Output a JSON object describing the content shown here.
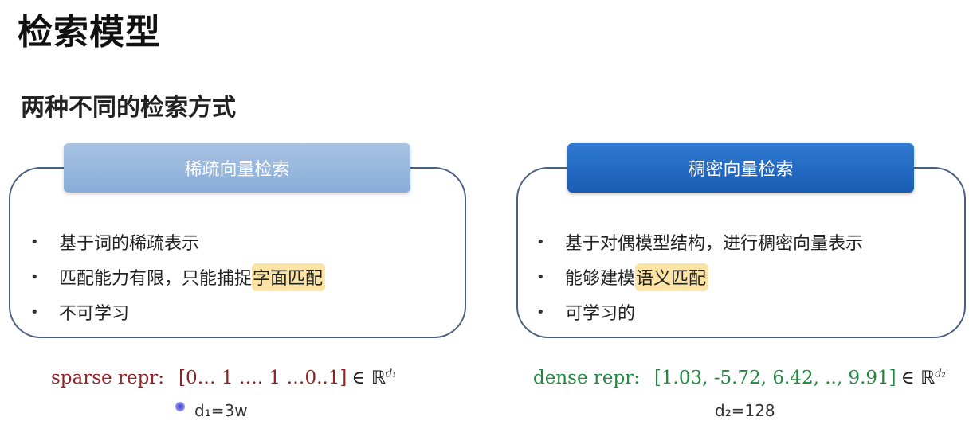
{
  "title": "检索模型",
  "subtitle": "两种不同的检索方式",
  "left_panel": {
    "header": "稀疏向量检索",
    "bullet_marker": "•",
    "bullets": [
      {
        "text": "基于词的稀疏表示",
        "highlight": ""
      },
      {
        "text": "匹配能力有限，只能捕捉",
        "highlight": "字面匹配"
      },
      {
        "text": "不可学习",
        "highlight": ""
      }
    ],
    "formula": {
      "label": "sparse repr:",
      "vector": "[0… 1 …. 1 …0..1]",
      "element_of": "∈",
      "space": "ℝ",
      "exponent": "d₁"
    },
    "dimension": "d₁=3w"
  },
  "right_panel": {
    "header": "稠密向量检索",
    "bullet_marker": "•",
    "bullets": [
      {
        "text": "基于对偶模型结构，进行稠密向量表示",
        "highlight": ""
      },
      {
        "text": "能够建模",
        "highlight": "语义匹配"
      },
      {
        "text": "可学习的",
        "highlight": ""
      }
    ],
    "formula": {
      "label": "dense repr:",
      "vector": "[1.03, -5.72, 6.42, .., 9.91]",
      "element_of": "∈",
      "space": "ℝ",
      "exponent": "d₂"
    },
    "dimension": "d₂=128"
  },
  "colors": {
    "sparse_formula": "#8e2424",
    "dense_formula": "#1f8a3f",
    "highlight": "#fbe3a6",
    "left_header": "#88acd8",
    "right_header": "#1a5cb3"
  }
}
